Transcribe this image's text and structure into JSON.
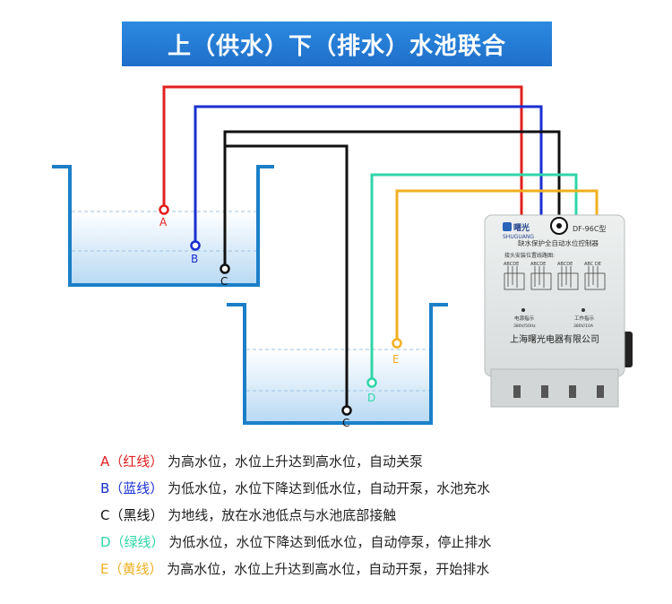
{
  "title": "上（供水）下（排水）水池联合",
  "colors": {
    "A": "#e02020",
    "B": "#1a2fd0",
    "C": "#111111",
    "D": "#2fd6a8",
    "E": "#f0b020",
    "title_bg": "#1f78d4",
    "water": "#cfe6f7",
    "tank": "#1b7fc8"
  },
  "probes": {
    "upper": {
      "A": "A",
      "B": "B",
      "C": "C"
    },
    "lower": {
      "D": "D",
      "E": "E",
      "C": "C"
    }
  },
  "controller": {
    "brand": "SHUGUANG",
    "brand_cn": "曙光",
    "model": "DF-96C型",
    "subtitle": "缺水保护全自动水位控制器",
    "note": "接头安装位置线路图:",
    "terminal_groups": [
      "ABCDE",
      "ABCDE",
      "ABCDE",
      "ABC DE"
    ],
    "indicator_left": "电源指示",
    "indicator_right": "工作指示",
    "indicator_left_sub": "380V/50Hz",
    "indicator_right_sub": "380V/10A",
    "manufacturer": "上海曙光电器有限公司"
  },
  "legend": [
    {
      "key": "A（红线）",
      "color": "#e02020",
      "text": "为高水位，水位上升达到高水位，自动关泵"
    },
    {
      "key": "B（蓝线）",
      "color": "#1a2fd0",
      "text": "为低水位，水位下降达到低水位，自动开泵，水池充水"
    },
    {
      "key": "C（黑线）",
      "color": "#111111",
      "text": "为地线，放在水池低点与水池底部接触"
    },
    {
      "key": "D（绿线）",
      "color": "#2fd6a8",
      "text": "为低水位，水位下降达到低水位，自动停泵，停止排水"
    },
    {
      "key": "E（黄线）",
      "color": "#f0b020",
      "text": "为高水位，水位上升达到高水位，自动开泵，开始排水"
    }
  ]
}
